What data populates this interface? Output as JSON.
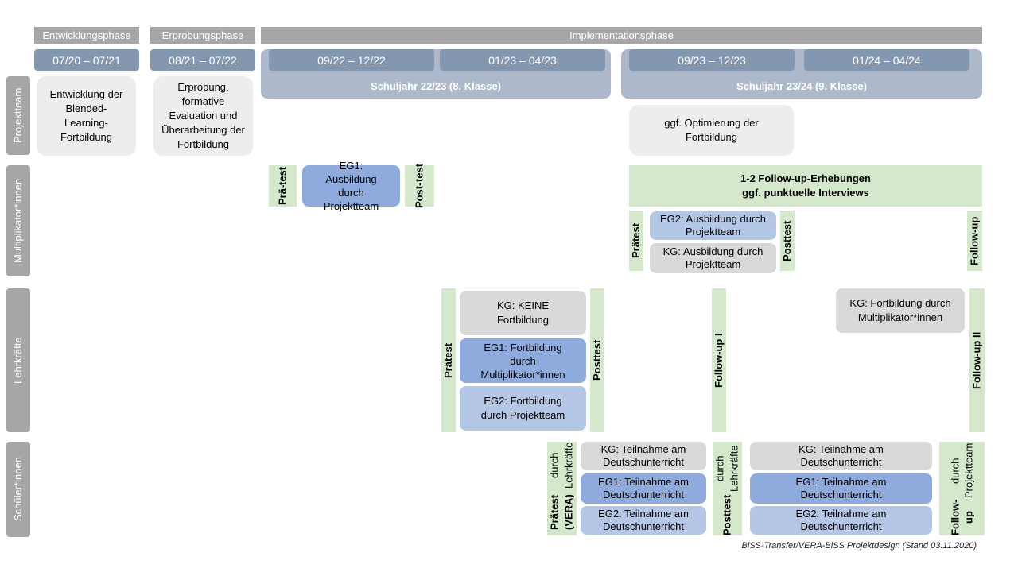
{
  "phases": {
    "entwicklung": "Entwicklungsphase",
    "erprobung": "Erprobungsphase",
    "implementation": "Implementationsphase"
  },
  "dates": [
    "07/20 – 07/21",
    "08/21 – 07/22",
    "09/22 – 12/22",
    "01/23 – 04/23",
    "09/23 – 12/23",
    "01/24 – 04/24"
  ],
  "schoolyears": [
    "Schuljahr 22/23 (8. Klasse)",
    "Schuljahr 23/24 (9. Klasse)"
  ],
  "rows": [
    "Projektteam",
    "Multiplikator*innen",
    "Lehrkräfte",
    "Schüler*innen"
  ],
  "projektteam": [
    "Entwicklung der Blended-Learning-Fortbildung",
    "Erprobung, formative Evaluation und Überarbeitung der Fortbildung",
    "ggf. Optimierung der Fortbildung"
  ],
  "multi": {
    "pre1a": "Prä-",
    "pre1b": "test",
    "eg1": "EG1: Ausbildung durch Projektteam",
    "post1a": "Post-",
    "post1b": "test",
    "followup_line1": "1-2 Follow-up-Erhebungen",
    "followup_line2": "ggf. punktuelle Interviews",
    "pre2": "Prätest",
    "eg2": "EG2: Ausbildung durch Projektteam",
    "kg": "KG: Ausbildung durch Projektteam",
    "post2": "Posttest",
    "fu": "Follow-up"
  },
  "lehr": {
    "pre": "Prätest",
    "kg": "KG: KEINE Fortbildung",
    "eg1": "EG1: Fortbildung durch Multiplikator*innen",
    "eg2": "EG2: Fortbildung durch Projektteam",
    "post": "Posttest",
    "fu1": "Follow-up I",
    "kg2": "KG: Fortbildung durch Multiplikator*innen",
    "fu2": "Follow-up II"
  },
  "schueler": {
    "pre": "Prätest (VERA)",
    "pre_by": "durch Lehrkräfte",
    "post": "Posttest",
    "post_by": "durch Lehrkräfte",
    "kg": "KG: Teilnahme am Deutschunterricht",
    "eg1": "EG1: Teilnahme am Deutschunterricht",
    "eg2": "EG2: Teilnahme am Deutschunterricht",
    "fu": "Follow-up",
    "fu_by": "durch Projektteam"
  },
  "caption": "BiSS-Transfer/VERA-BiSS Projektdesign (Stand 03.11.2020)"
}
